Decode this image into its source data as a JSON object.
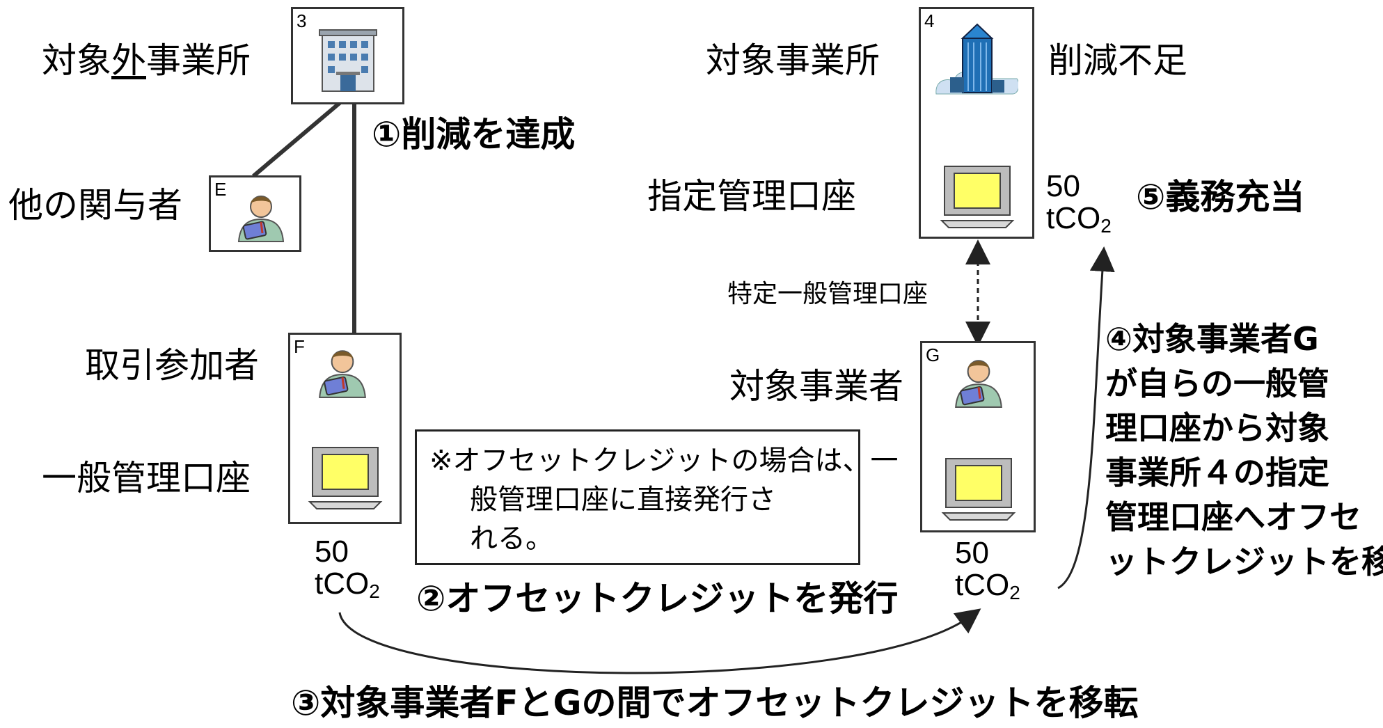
{
  "entities": {
    "box3": {
      "id": "3",
      "label": "対象外事業所",
      "label_pre": "対象",
      "label_u": "外",
      "label_post": "事業所"
    },
    "boxE": {
      "id": "E",
      "label": "他の関与者"
    },
    "boxF": {
      "id": "F",
      "person_label": "取引参加者",
      "account_label": "一般管理口座"
    },
    "box4": {
      "id": "4",
      "label": "対象事業所",
      "side_label": "削減不足",
      "account_label": "指定管理口座"
    },
    "boxG": {
      "id": "G",
      "label": "対象事業者"
    }
  },
  "link_label": "特定一般管理口座",
  "quantities": {
    "F": {
      "value": "50",
      "unit": "tCO",
      "unit_sub": "2"
    },
    "G": {
      "value": "50",
      "unit": "tCO",
      "unit_sub": "2"
    },
    "four": {
      "value": "50",
      "unit": "tCO",
      "unit_sub": "2"
    }
  },
  "steps": {
    "s1": "①削減を達成",
    "s2": "②オフセットクレジットを発行",
    "s3": "③対象事業者FとGの間でオフセットクレジットを移転",
    "s4": [
      "④対象事業者G",
      "が自らの一般管",
      "理口座から対象",
      "事業所４の指定",
      "管理口座へオフセ",
      "ットクレジットを移転"
    ],
    "s5": "⑤義務充当"
  },
  "note": [
    "※オフセットクレジットの場合は、一",
    "般管理口座に直接発行さ",
    "れる。"
  ],
  "icons": [
    "building-icon",
    "office-tower-icon",
    "person-with-tablet-icon",
    "computer-monitor-icon"
  ],
  "colors": {
    "border": "#333333",
    "screen": "#ffff66",
    "building": "#4a7cb0",
    "tower": "#1f6fb5"
  }
}
